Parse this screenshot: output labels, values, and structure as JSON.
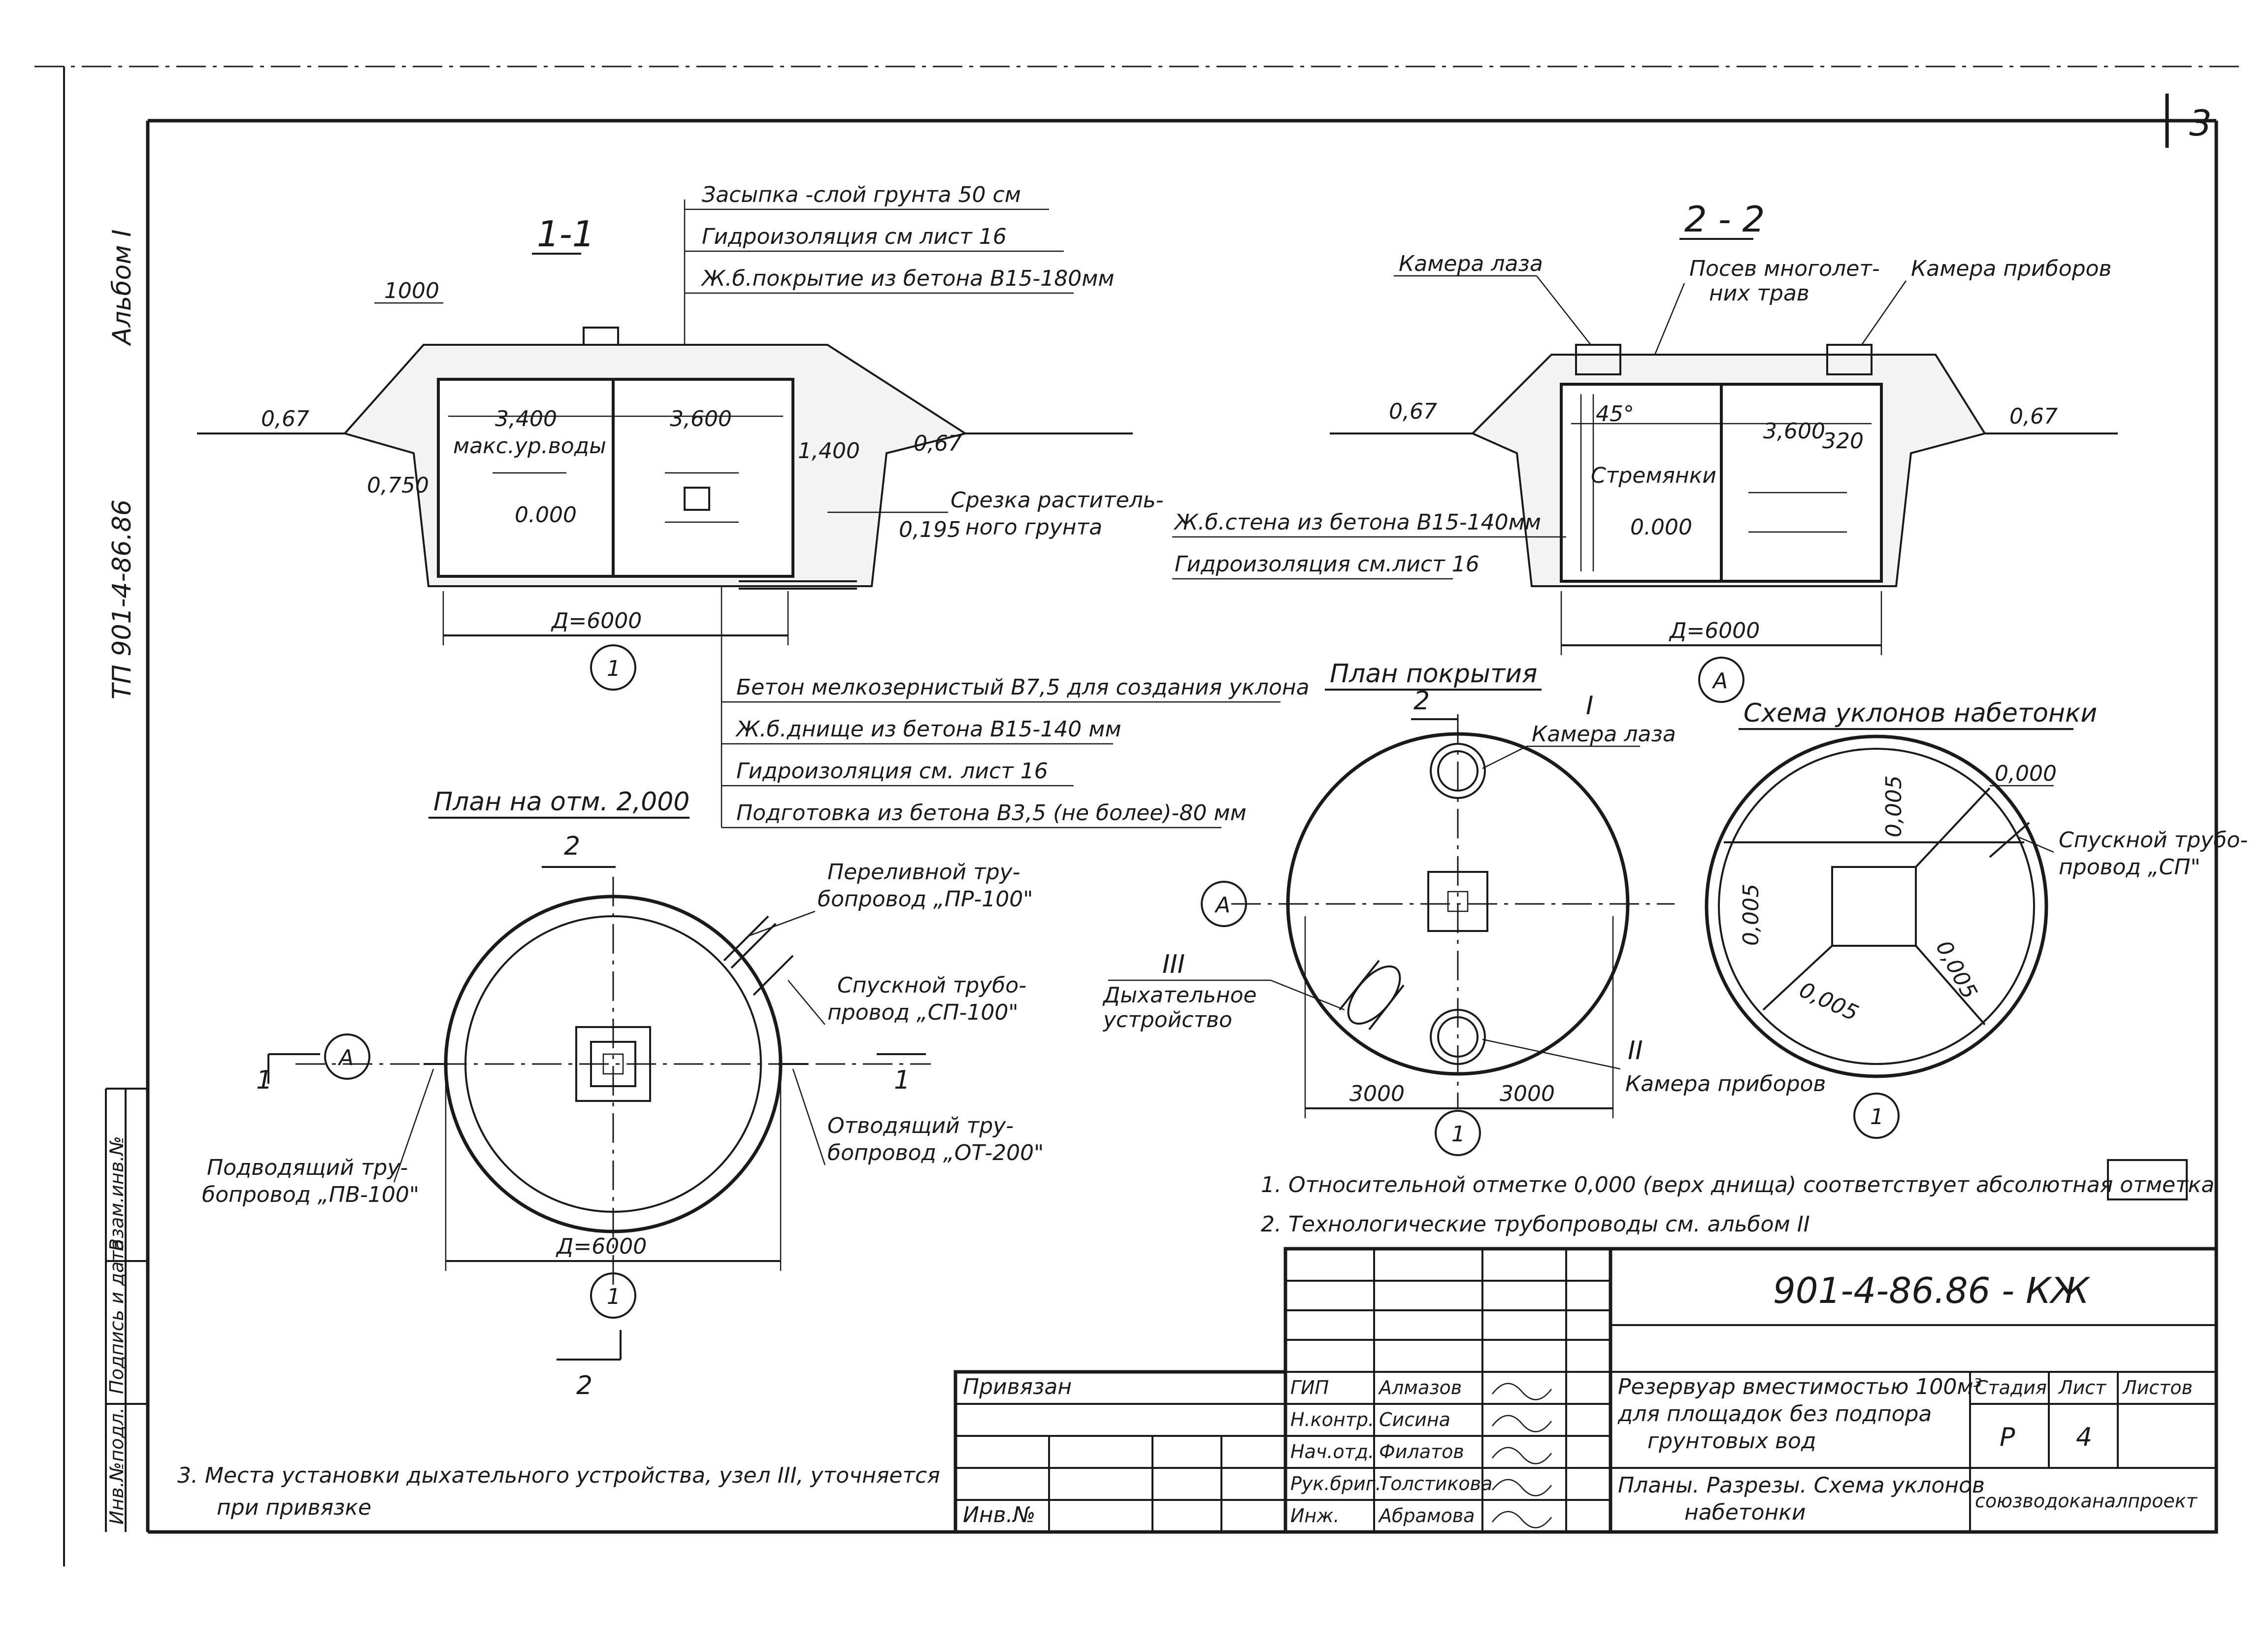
{
  "sheet_number": "3",
  "album": "Альбом I",
  "project_code_side": "ТП 901-4-86.86",
  "section_1": {
    "title": "1-1",
    "callouts_top": [
      "Засыпка -слой грунта 50 см",
      "Гидроизоляция см лист 16",
      "Ж.б.покрытие из бетона В15-180мм"
    ],
    "dim_1000": "1000",
    "slope_left": "0,67",
    "slope_right": "0,67",
    "level_3400": "3,400",
    "max_water": "макс.ур.воды",
    "level_3600": "3,600",
    "level_1400": "1,400",
    "level_0750": "0,750",
    "level_0000": "0.000",
    "level_0195": "0,195",
    "cut_label": "Срезка раститель-ного грунта",
    "diameter": "Д=6000",
    "axis": "1",
    "callouts_bottom": [
      "Бетон мелкозернистый В7,5 для создания уклона",
      "Ж.б.днище из бетона В15-140 мм",
      "Гидроизоляция см. лист 16",
      "Подготовка из бетона В3,5 (не более)-80 мм"
    ]
  },
  "section_2": {
    "title": "2 - 2",
    "camera_laz": "Камера лаза",
    "seeding": "Посев многолет-них трав",
    "camera_pribor": "Камера приборов",
    "slope_left": "0,67",
    "slope_right": "0,67",
    "angle_45": "45°",
    "level_3600": "3,600",
    "dim_320": "320",
    "ladder": "Стремянки",
    "level_0000": "0.000",
    "wall_note": "Ж.б.стена из бетона В15-140мм",
    "hydro_note": "Гидроизоляция см.лист 16",
    "diameter": "Д=6000",
    "axis": "А"
  },
  "plan_2000": {
    "title": "План на отм. 2,000",
    "cut_2": "2",
    "cut_1": "1",
    "axis_a": "А",
    "axis_1": "1",
    "overflow": "Переливной тру-бопровод „ПР-100\"",
    "drain": "Спускной трубо-провод „СП-100\"",
    "outlet": "Отводящий тру-бопровод „ОТ-200\"",
    "inlet": "Подводящий тру-бопровод „ПВ-100\"",
    "diameter": "Д=6000"
  },
  "plan_cover": {
    "title": "План покрытия",
    "cut_2": "2",
    "node_1": "I",
    "camera_laz": "Камера лаза",
    "node_3": "III",
    "breathing": "Дыхательное устройство",
    "node_2": "II",
    "camera_pribor": "Камера приборов",
    "dim_left": "3000",
    "dim_right": "3000",
    "axis_a": "А",
    "axis_1": "1"
  },
  "slope_scheme": {
    "title": "Схема уклонов набетонки",
    "level": "0,000",
    "slope_a": "0,005",
    "slope_b": "0,005",
    "slope_c": "0,005",
    "slope_d": "0,005",
    "drain": "Спускной трубо-провод „СП\"",
    "axis_1": "1"
  },
  "notes": [
    "1. Относительной отметке 0,000 (верх днища) соответствует абсолютная отметка",
    "2. Технологические трубопроводы см. альбом II",
    "3. Места установки дыхательного устройства, узел III, уточняется при привязке"
  ],
  "side_stamp": [
    "Инв.№подл.",
    "Подпись и дата",
    "Взам.инв.№"
  ],
  "title_block": {
    "code": "901-4-86.86 - КЖ",
    "binding": "Привязан",
    "inv": "Инв.№",
    "roles": [
      "ГИП",
      "Н.контр.",
      "Нач.отд.",
      "Рук.бриг.",
      "Инж."
    ],
    "names": [
      "Алмазов",
      "Сисина",
      "Филатов",
      "Толстикова",
      "Абрамова"
    ],
    "description": "Резервуар вместимостью 100м³ для площадок без подпора грунтовых вод",
    "sheet_title": "Планы. Разрезы. Схема уклонов набетонки",
    "stage_h": "Стадия",
    "sheet_h": "Лист",
    "sheets_h": "Листов",
    "stage": "Р",
    "sheet": "4",
    "org": "союзводоканалпроект"
  }
}
